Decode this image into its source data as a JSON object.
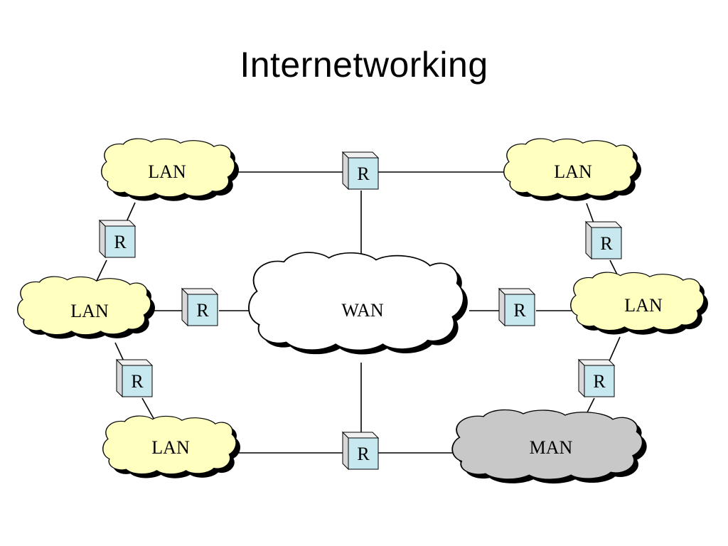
{
  "title": "Internetworking",
  "colors": {
    "lan_fill": "#ffffc0",
    "wan_fill": "#ffffff",
    "man_fill": "#c8c8c8",
    "router_fill": "#c8e8f0",
    "shadow": "#000000"
  },
  "nodes": {
    "lan_top_left": "LAN",
    "lan_top_right": "LAN",
    "lan_mid_left": "LAN",
    "lan_mid_right": "LAN",
    "lan_bottom_left": "LAN",
    "wan": "WAN",
    "man": "MAN"
  },
  "router_label": "R"
}
